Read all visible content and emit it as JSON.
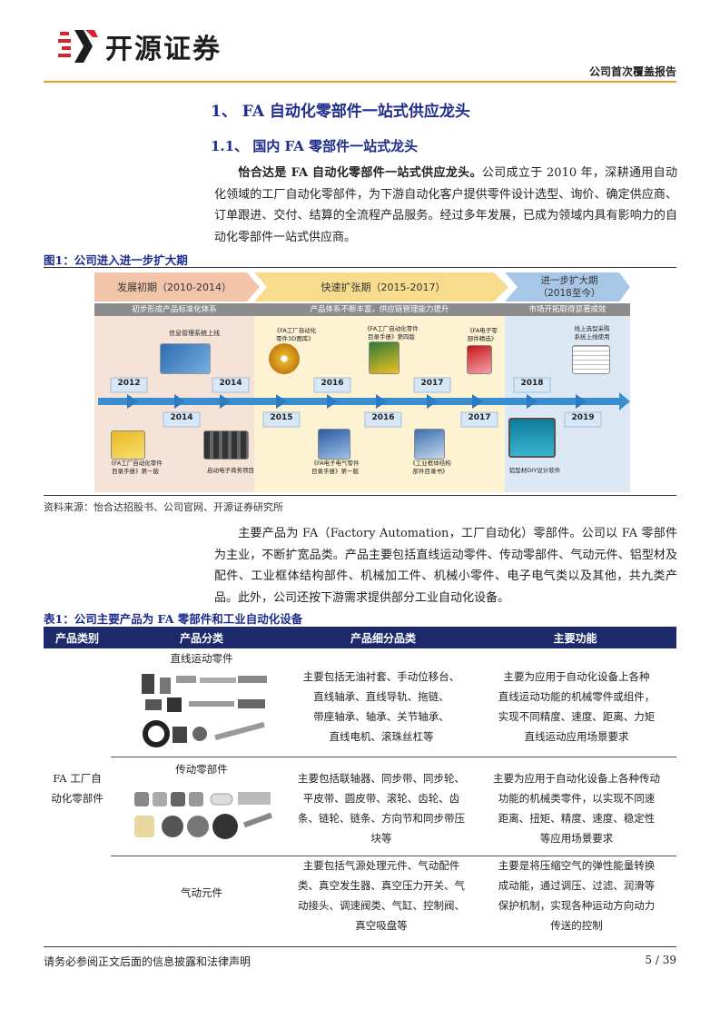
{
  "header": {
    "logo_text": "开源证券",
    "report_type": "公司首次覆盖报告"
  },
  "section1": {
    "title": "1、 FA 自动化零部件一站式供应龙头"
  },
  "section1_1": {
    "title": "1.1、 国内 FA 零部件一站式龙头"
  },
  "para1": {
    "bold": "怡合达是 FA 自动化零部件一站式供应龙头。",
    "text": "公司成立于 2010 年，深耕通用自动化领域的工厂自动化零部件，为下游自动化客户提供零件设计选型、询价、确定供应商、订单跟进、交付、结算的全流程产品服务。经过多年发展，已成为领域内具有影响力的自动化零部件一站式供应商。"
  },
  "figure1": {
    "title": "图1：公司进入进一步扩大期",
    "phases": [
      {
        "name": "发展初期（2010-2014）",
        "desc": "初步形成产品标准化体系"
      },
      {
        "name": "快速扩张期（2015-2017）",
        "desc": "产品体系不断丰富，供应链管理能力提升"
      },
      {
        "name": "进一步扩大期",
        "name2": "（2018至今）",
        "desc": "市场开拓取得显著成效"
      }
    ],
    "years_top": [
      "2012",
      "2014",
      "2016",
      "2017",
      "2018"
    ],
    "years_bottom": [
      "2014",
      "2015",
      "2016",
      "2017",
      "2019"
    ],
    "events_top": [
      "信息管理系统上线",
      "《FA工厂自动化",
      "零件3D图库》",
      "《FA工厂自动化零件",
      "目录手册》第四版",
      "《FA电子零",
      "部件精选》",
      "线上选型采购",
      "系统上线使用"
    ],
    "events_bottom": [
      "《FA工厂自动化零件",
      "目录手册》第一版",
      "启动电子商务项目",
      "《FA电子电气零件",
      "目录手册》第一版",
      "《工业框体结构",
      "部件目录书》",
      "铝型材DIY设计软件"
    ]
  },
  "source1": "资料来源：怡合达招股书、公司官网、开源证券研究所",
  "para2": {
    "text": "主要产品为 FA（Factory Automation，工厂自动化）零部件。公司以 FA 零部件为主业，不断扩宽品类。产品主要包括直线运动零件、传动零部件、气动元件、铝型材及配件、工业框体结构部件、机械加工件、机械小零件、电子电气类以及其他，共九类产品。此外，公司还按下游需求提供部分工业自动化设备。"
  },
  "table1": {
    "title": "表1：公司主要产品为 FA 零部件和工业自动化设备",
    "headers": [
      "产品类别",
      "产品分类",
      "产品细分品类",
      "主要功能"
    ],
    "category": [
      "FA 工厂自",
      "动化零部件"
    ],
    "rows": [
      {
        "name": "直线运动零件",
        "detail": [
          "主要包括无油衬套、手动位移台、",
          "直线轴承、直线导轨、拖链、",
          "带座轴承、轴承、关节轴承、",
          "直线电机、滚珠丝杠等"
        ],
        "func": [
          "主要为应用于自动化设备上各种",
          "直线运动功能的机械零件或组件，",
          "实现不同精度、速度、距离、力矩",
          "直线运动应用场景要求"
        ]
      },
      {
        "name": "传动零部件",
        "detail": [
          "主要包括联轴器、同步带、同步轮、",
          "平皮带、圆皮带、滚轮、齿轮、齿",
          "条、链轮、链条、方向节和同步带压",
          "块等"
        ],
        "func": [
          "主要为应用于自动化设备上各种传动",
          "功能的机械类零件，以实现不同速",
          "距离、扭矩、精度、速度、稳定性",
          "等应用场景要求"
        ]
      },
      {
        "name": "气动元件",
        "detail": [
          "主要包括气源处理元件、气动配件",
          "类、真空发生器、真空压力开关、气",
          "动接头、调速阀类、气缸、控制阀、",
          "真空吸盘等"
        ],
        "func": [
          "主要是将压缩空气的弹性能量转换",
          "成动能，通过调压、过滤、润滑等",
          "保护机制，实现各种运动方向动力",
          "传送的控制"
        ]
      }
    ]
  },
  "footer": {
    "disclaimer": "请务必参阅正文后面的信息披露和法律声明",
    "page": "5 / 39"
  },
  "colors": {
    "brand_blue": "#1e2d8c",
    "header_line": "#e0a02c",
    "table_head": "#1c2a6b",
    "phase1_bg": "#f6e3d8",
    "phase2_bg": "#fdf3d2",
    "phase3_bg": "#dce8f4",
    "timeline_blue": "#3a8ed0"
  }
}
